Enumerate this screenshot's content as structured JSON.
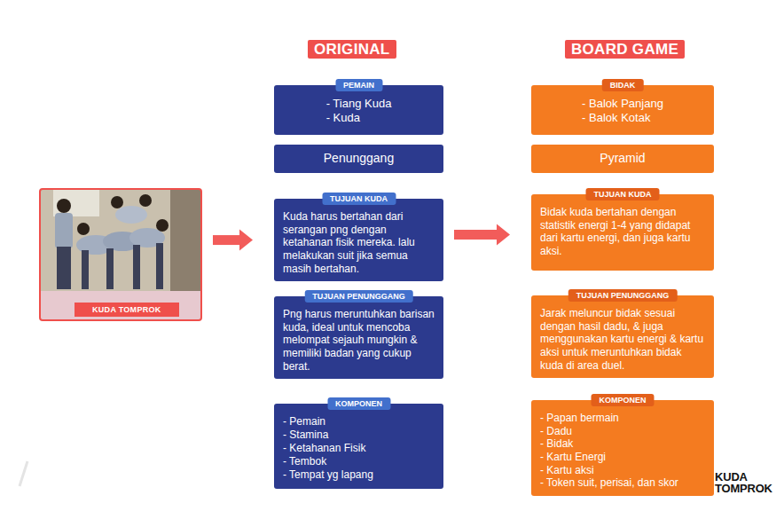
{
  "diagram": {
    "nodes": [
      {
        "text": [
          "KUDA TOMPROK"
        ]
      },
      {
        "text": [
          "ORIGINAL"
        ]
      },
      {
        "text": [
          "PEMAIN",
          "- Tiang Kuda",
          "- Kuda"
        ]
      },
      {
        "text": [
          "Penunggang"
        ]
      },
      {
        "text": [
          "TUJUAN KUDA",
          "Kuda harus bertahan dari serangan png dengan ketahanan fisik mereka. lalu melakukan suit jika semua masih bertahan."
        ]
      },
      {
        "text": [
          "TUJUAN PENUNGGANG",
          "Png harus meruntuhkan barisan kuda, ideal untuk mencoba melompat sejauh mungkin & memiliki badan yang cukup berat."
        ]
      },
      {
        "text": [
          "KOMPONEN",
          "- Pemain",
          "- Stamina",
          "- Ketahanan Fisik",
          "- Tembok",
          "- Tempat yg lapang"
        ]
      },
      {
        "text": [
          "BOARD GAME"
        ]
      },
      {
        "text": [
          "BIDAK",
          "- Balok Panjang",
          "- Balok Kotak"
        ]
      },
      {
        "text": [
          "Pyramid"
        ]
      },
      {
        "text": [
          "TUJUAN KUDA",
          "Bidak kuda bertahan dengan statistik energi 1-4 yang didapat dari kartu energi, dan juga kartu aksi."
        ]
      },
      {
        "text": [
          "TUJUAN PENUNGGANG",
          "Jarak meluncur bidak sesuai dengan hasil dadu, & juga menggunakan kartu energi & kartu aksi untuk meruntuhkan bidak kuda di area duel."
        ]
      },
      {
        "text": [
          "KOMPONEN",
          "- Papan bermain",
          "- Dadu",
          "- Bidak",
          "- Kartu Energi",
          "- Kartu aksi",
          "- Token suit, perisai, dan skor"
        ]
      }
    ],
    "edges": [
      {
        "from": 0,
        "to": 4,
        "arrow": "to"
      },
      {
        "from": 4,
        "to": 10,
        "arrow": "to"
      }
    ],
    "labels": [
      "KUDA TOMPROK"
    ]
  }
}
